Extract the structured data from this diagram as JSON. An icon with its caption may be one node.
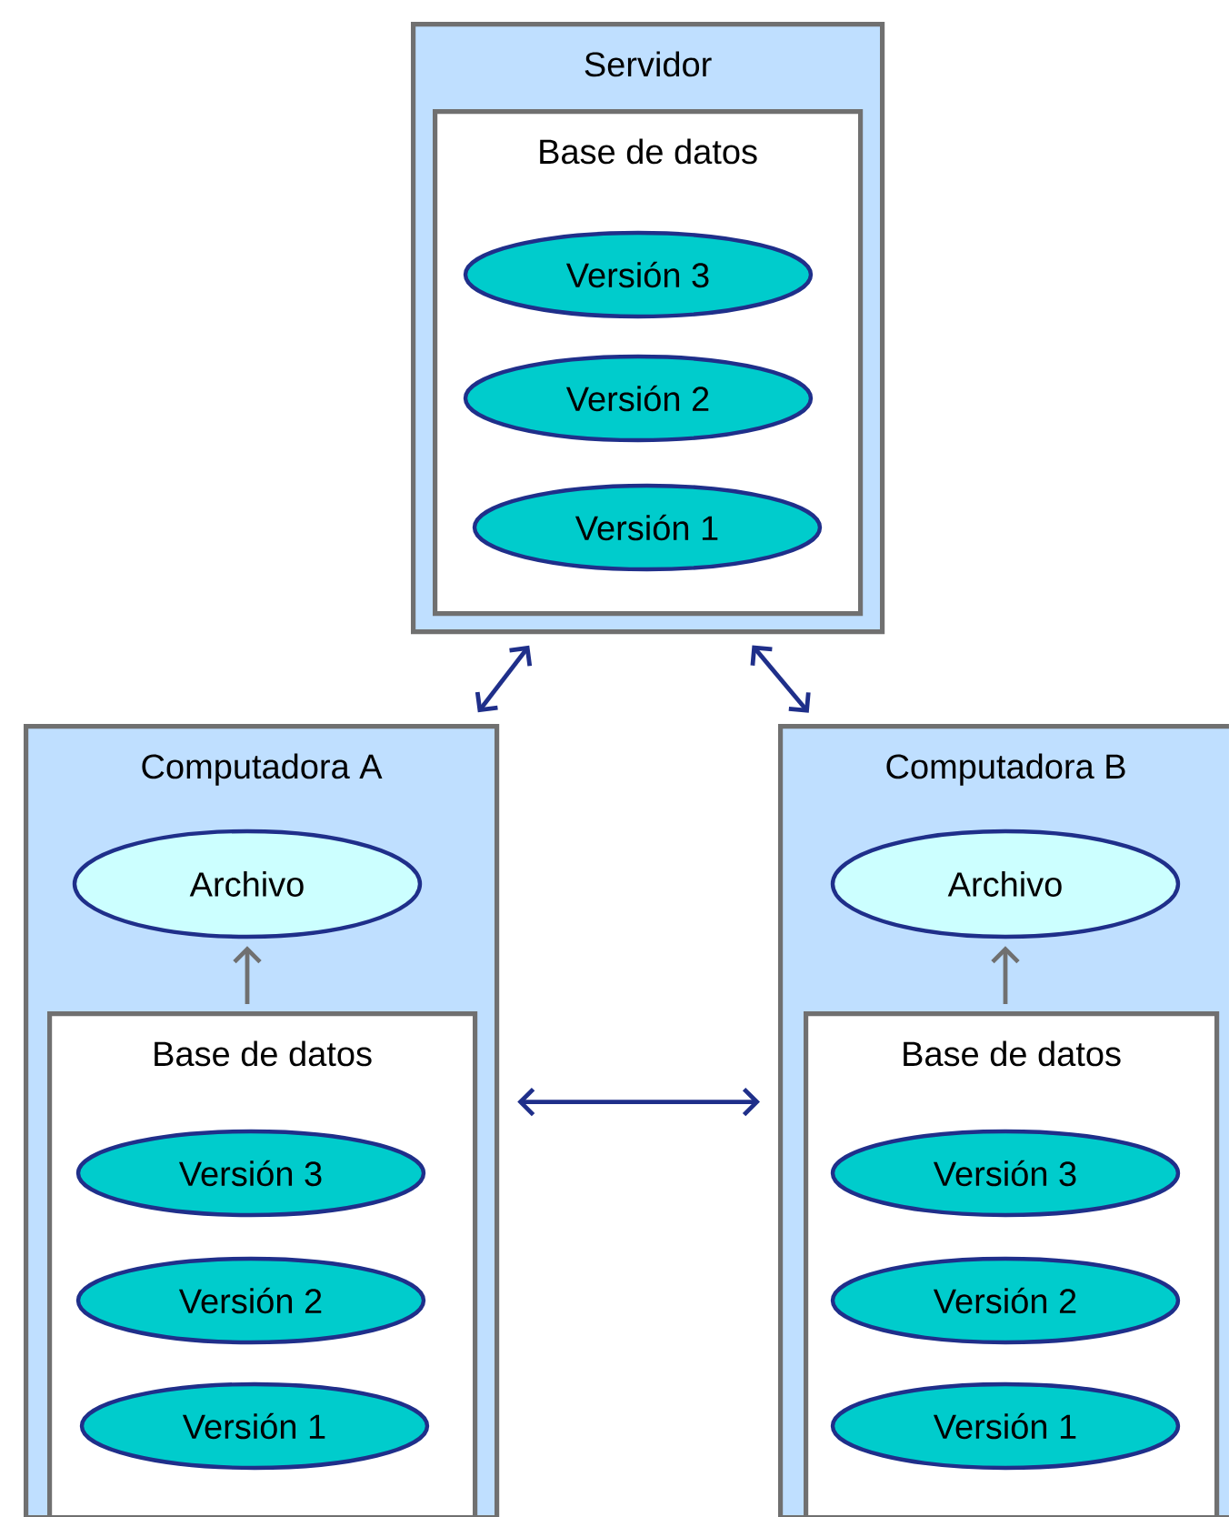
{
  "diagram": {
    "nodes": [
      {
        "text": [
          "Servidor"
        ]
      },
      {
        "text": [
          "Base de datos"
        ],
        "in": 0
      },
      {
        "text": [
          "Versión 3"
        ],
        "in": 1
      },
      {
        "text": [
          "Versión 2"
        ],
        "in": 1
      },
      {
        "text": [
          "Versión 1"
        ],
        "in": 1
      },
      {
        "text": [
          "Computadora A"
        ]
      },
      {
        "text": [
          "Archivo"
        ],
        "in": 5
      },
      {
        "text": [
          "Base de datos"
        ],
        "in": 5
      },
      {
        "text": [
          "Versión 3"
        ],
        "in": 7
      },
      {
        "text": [
          "Versión 2"
        ],
        "in": 7
      },
      {
        "text": [
          "Versión 1"
        ],
        "in": 7
      },
      {
        "text": [
          "Computadora B"
        ]
      },
      {
        "text": [
          "Archivo"
        ],
        "in": 11
      },
      {
        "text": [
          "Base de datos"
        ],
        "in": 11
      },
      {
        "text": [
          "Versión 3"
        ],
        "in": 13
      },
      {
        "text": [
          "Versión 2"
        ],
        "in": 13
      },
      {
        "text": [
          "Versión 1"
        ],
        "in": 13
      }
    ],
    "edges": [
      {
        "from": 0,
        "to": 5,
        "arrow": "both"
      },
      {
        "from": 0,
        "to": 11,
        "arrow": "both"
      },
      {
        "from": 5,
        "to": 11,
        "arrow": "both"
      },
      {
        "from": 7,
        "to": 6,
        "arrow": "to",
        "color": "#707070"
      },
      {
        "from": 13,
        "to": 12,
        "arrow": "to",
        "color": "#707070"
      }
    ]
  }
}
